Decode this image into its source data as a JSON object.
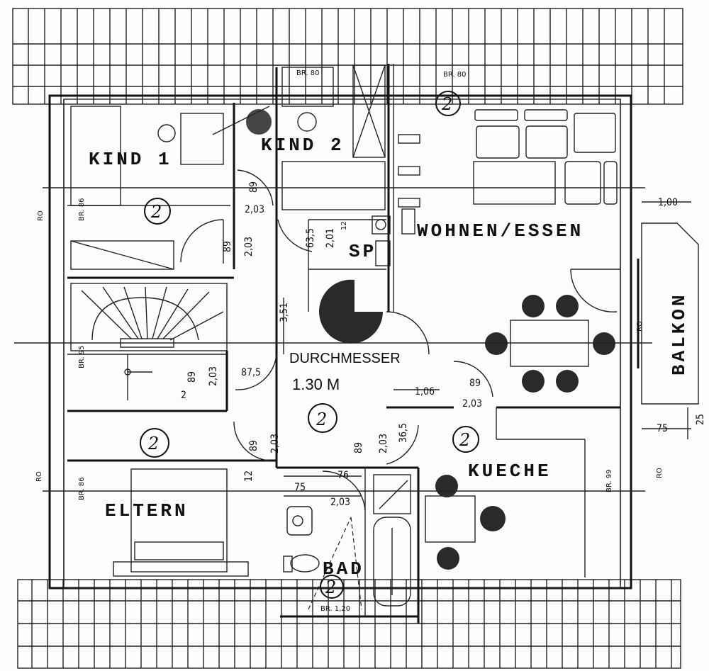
{
  "rooms": {
    "kind1": "KIND 1",
    "kind2": "KIND 2",
    "wohnen": "WOHNEN/ESSEN",
    "sp": "SP",
    "balkon": "BALKON",
    "kueche": "KUECHE",
    "eltern": "ELTERN",
    "bad": "BAD"
  },
  "note": {
    "line1": "DURCHMESSER",
    "line2": "1.30 M"
  },
  "circle_mark": "2",
  "dimensions": {
    "br80_a": "BR. 80",
    "br80_b": "BR. 80",
    "br86_a": "BR. 86",
    "br86_b": "BR. 86",
    "br95": "BR. 95",
    "br99": "BR. 99",
    "br120": "BR. 1,20",
    "ro_left1": "RO",
    "ro_left2": "RO",
    "ro_right1": "RO",
    "ro_right2": "RO",
    "d100": "1,00",
    "d75": "75",
    "d25": "25",
    "d351": "3,51",
    "d89a": "89",
    "d203a": "2,03",
    "d89b": "89",
    "d203b": "2,03",
    "d635": "63,5",
    "d201": "2,01",
    "d12": "12",
    "d89c": "89",
    "d203c": "2,03",
    "d875": "87,5",
    "d2": "2",
    "d106": "1,06",
    "d89d": "89",
    "d203d": "2,03",
    "d89e": "89",
    "d203e": "2,03",
    "d89f": "89",
    "d203f": "2,03",
    "d365": "36,5",
    "d121": "12",
    "d75b": "75",
    "d76": "76",
    "d203g": "2,03"
  }
}
